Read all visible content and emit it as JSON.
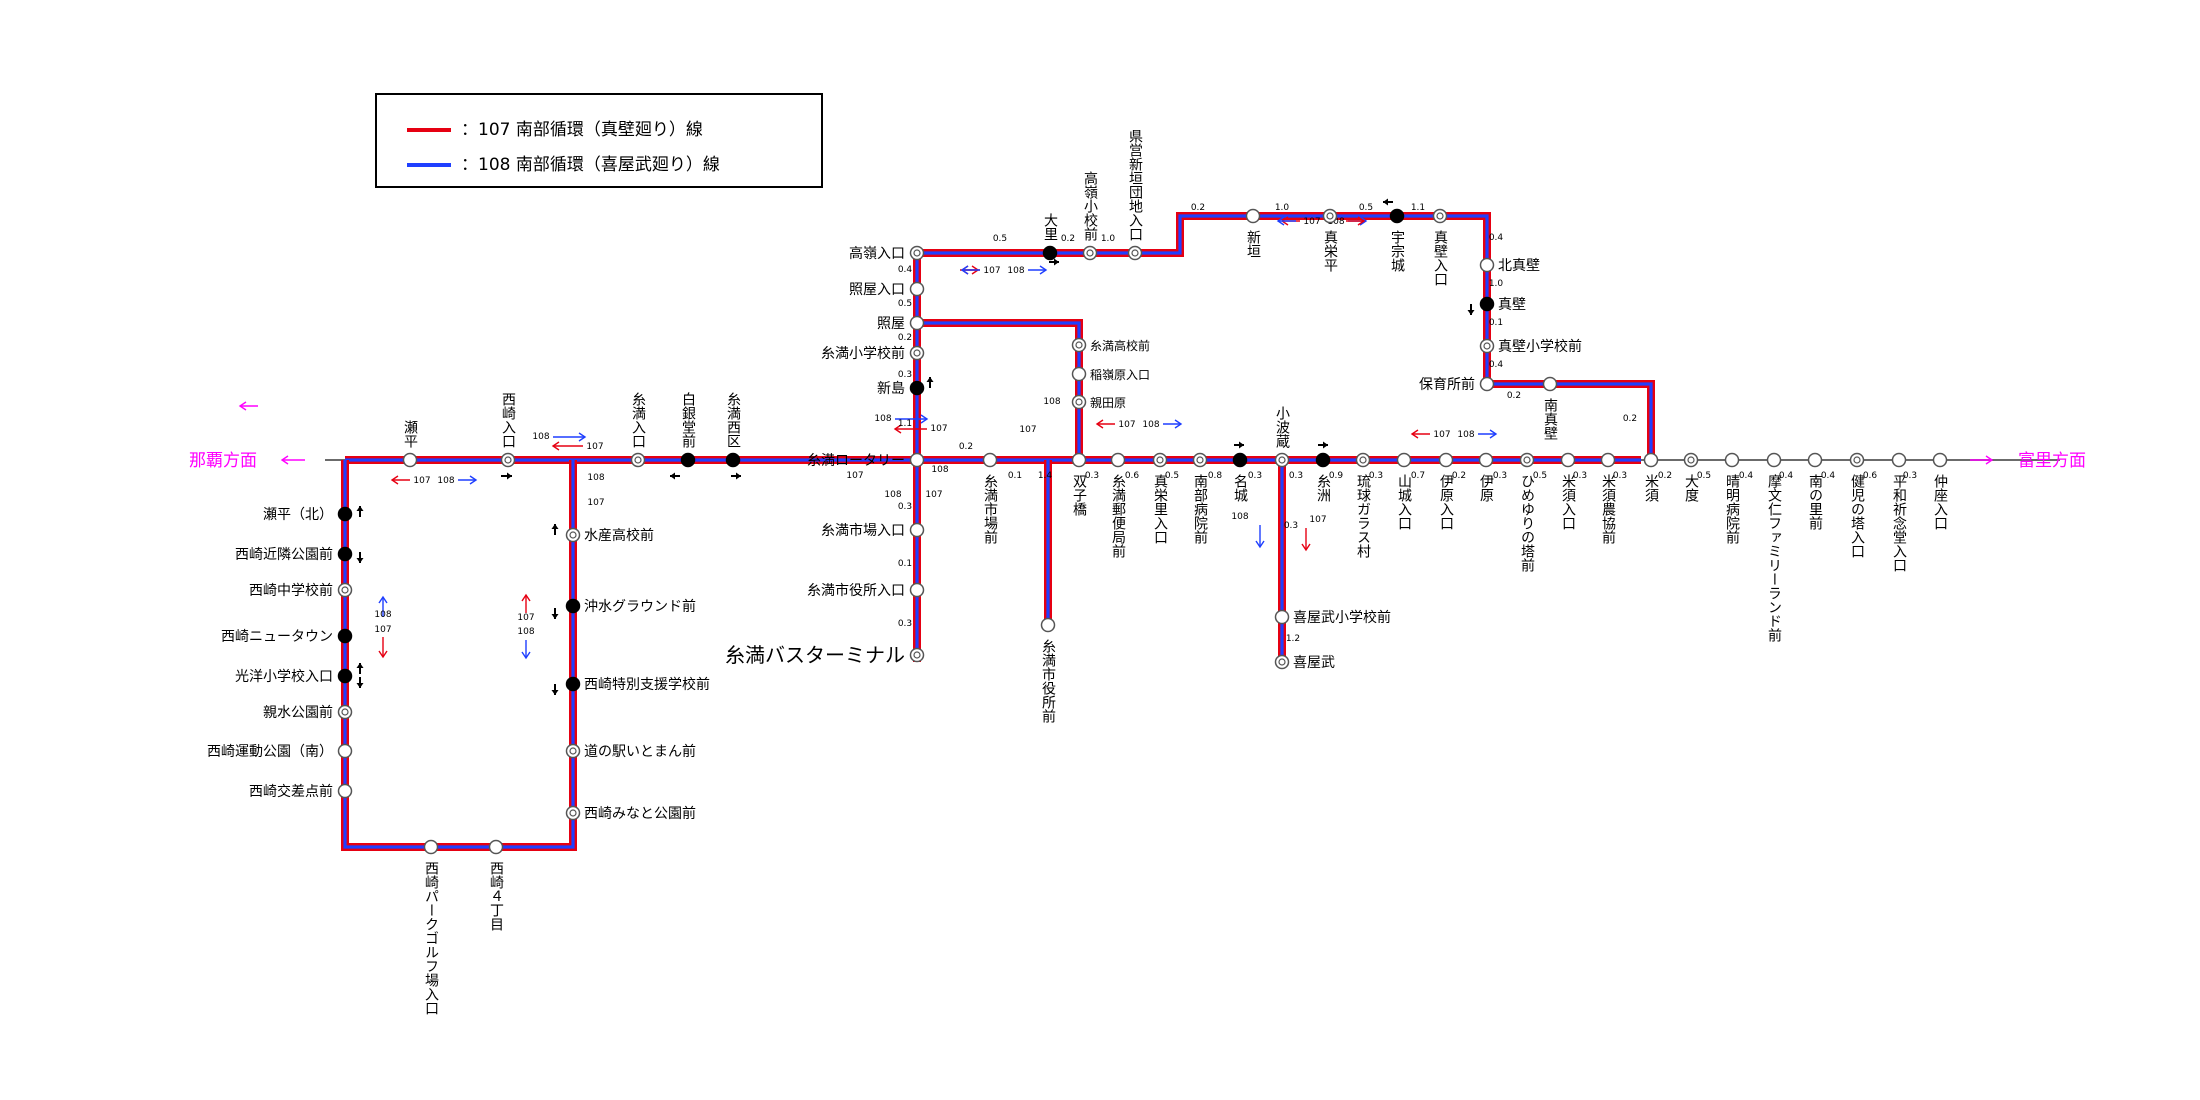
{
  "legend": [
    {
      "label": "：107 南部循環（真壁廻り）線",
      "color": "#e60012"
    },
    {
      "label": "：108 南部循環（喜屋武廻り）線",
      "color": "#1f3fff"
    }
  ],
  "colors": {
    "route107": "#e60012",
    "route108": "#1f3fff",
    "accent": "#ff00ff",
    "trunk": "#7a0099"
  },
  "directions": {
    "west": "那覇方面",
    "east": "富里方面"
  },
  "route_labels": {
    "r107": "107",
    "r108": "108"
  },
  "stops": [
    {
      "id": "s1",
      "name": "瀬平",
      "marker": "circle",
      "label": "top-v"
    },
    {
      "id": "s2",
      "name": "西崎入口",
      "marker": "double",
      "label": "top-v"
    },
    {
      "id": "s3",
      "name": "糸満入口",
      "marker": "double",
      "label": "top-v"
    },
    {
      "id": "s4",
      "name": "白銀堂前",
      "marker": "filled",
      "label": "top-v"
    },
    {
      "id": "s5",
      "name": "糸満西区",
      "marker": "filled",
      "label": "top-v"
    },
    {
      "id": "s6",
      "name": "糸満ロータリー",
      "marker": "circle",
      "label": "left"
    },
    {
      "id": "s7",
      "name": "糸満市場前",
      "marker": "circle",
      "label": "bottom-v"
    },
    {
      "id": "s8",
      "name": "双子橋",
      "marker": "circle",
      "label": "bottom-v"
    },
    {
      "id": "s9",
      "name": "糸満郵便局前",
      "marker": "circle",
      "label": "bottom-v"
    },
    {
      "id": "s10",
      "name": "真栄里入口",
      "marker": "double",
      "label": "bottom-v"
    },
    {
      "id": "s11",
      "name": "南部病院前",
      "marker": "double",
      "label": "bottom-v"
    },
    {
      "id": "s12",
      "name": "名城",
      "marker": "filled",
      "label": "bottom-v"
    },
    {
      "id": "s13",
      "name": "小波蔵",
      "marker": "double",
      "label": "top-v"
    },
    {
      "id": "s14",
      "name": "糸洲",
      "marker": "filled",
      "label": "bottom-v"
    },
    {
      "id": "s15",
      "name": "琉球ガラス村",
      "marker": "double",
      "label": "bottom-v"
    },
    {
      "id": "s16",
      "name": "山城入口",
      "marker": "circle",
      "label": "bottom-v"
    },
    {
      "id": "s17",
      "name": "伊原入口",
      "marker": "circle",
      "label": "bottom-v"
    },
    {
      "id": "s18",
      "name": "伊原",
      "marker": "circle",
      "label": "bottom-v"
    },
    {
      "id": "s19",
      "name": "ひめゆりの塔前",
      "marker": "double",
      "label": "bottom-v"
    },
    {
      "id": "s20",
      "name": "米須入口",
      "marker": "circle",
      "label": "bottom-v"
    },
    {
      "id": "s21",
      "name": "米須農協前",
      "marker": "circle",
      "label": "bottom-v"
    },
    {
      "id": "s22",
      "name": "米須",
      "marker": "circle",
      "label": "bottom-v"
    },
    {
      "id": "s23",
      "name": "大度",
      "marker": "double",
      "label": "bottom-v"
    },
    {
      "id": "s24",
      "name": "晴明病院前",
      "marker": "circle",
      "label": "bottom-v"
    },
    {
      "id": "s25",
      "name": "摩文仁ファミリーランド前",
      "marker": "circle",
      "label": "bottom-v"
    },
    {
      "id": "s26",
      "name": "南の里前",
      "marker": "circle",
      "label": "bottom-v"
    },
    {
      "id": "s27",
      "name": "健児の塔入口",
      "marker": "double",
      "label": "bottom-v"
    },
    {
      "id": "s28",
      "name": "平和祈念堂入口",
      "marker": "circle",
      "label": "bottom-v"
    },
    {
      "id": "s29",
      "name": "仲座入口",
      "marker": "circle",
      "label": "bottom-v"
    },
    {
      "id": "s30",
      "name": "瀬平（北）",
      "marker": "filled",
      "label": "left"
    },
    {
      "id": "s31",
      "name": "西崎近隣公園前",
      "marker": "filled",
      "label": "left"
    },
    {
      "id": "s32",
      "name": "西崎中学校前",
      "marker": "double",
      "label": "left"
    },
    {
      "id": "s33",
      "name": "西崎ニュータウン",
      "marker": "filled",
      "label": "left"
    },
    {
      "id": "s34",
      "name": "光洋小学校入口",
      "marker": "filled",
      "label": "left"
    },
    {
      "id": "s35",
      "name": "親水公園前",
      "marker": "double",
      "label": "left"
    },
    {
      "id": "s36",
      "name": "西崎運動公園（南）",
      "marker": "circle",
      "label": "left"
    },
    {
      "id": "s37",
      "name": "西崎交差点前",
      "marker": "circle",
      "label": "left"
    },
    {
      "id": "s38",
      "name": "西崎パークゴルフ場入口",
      "marker": "circle",
      "label": "bottom-v"
    },
    {
      "id": "s39",
      "name": "西崎４丁目",
      "marker": "circle",
      "label": "bottom-v"
    },
    {
      "id": "s40",
      "name": "水産高校前",
      "marker": "double",
      "label": "right"
    },
    {
      "id": "s41",
      "name": "沖水グラウンド前",
      "marker": "filled",
      "label": "right"
    },
    {
      "id": "s42",
      "name": "西崎特別支援学校前",
      "marker": "filled",
      "label": "right"
    },
    {
      "id": "s43",
      "name": "道の駅いとまん前",
      "marker": "double",
      "label": "right"
    },
    {
      "id": "s44",
      "name": "西崎みなと公園前",
      "marker": "double",
      "label": "right"
    },
    {
      "id": "s45",
      "name": "糸満市場入口",
      "marker": "circle",
      "label": "left"
    },
    {
      "id": "s46",
      "name": "糸満市役所入口",
      "marker": "circle",
      "label": "left"
    },
    {
      "id": "s47",
      "name": "糸満バスターミナル",
      "marker": "double",
      "label": "left",
      "big": true
    },
    {
      "id": "s48",
      "name": "糸満市役所前",
      "marker": "circle",
      "label": "bottom-v"
    },
    {
      "id": "s49",
      "name": "新島",
      "marker": "filled",
      "label": "left"
    },
    {
      "id": "s50",
      "name": "糸満小学校前",
      "marker": "double",
      "label": "left"
    },
    {
      "id": "s51",
      "name": "照屋",
      "marker": "circle",
      "label": "left"
    },
    {
      "id": "s52",
      "name": "照屋入口",
      "marker": "circle",
      "label": "left"
    },
    {
      "id": "s53",
      "name": "高嶺入口",
      "marker": "double",
      "label": "left"
    },
    {
      "id": "s54",
      "name": "大里",
      "marker": "filled",
      "label": "top-v"
    },
    {
      "id": "s55",
      "name": "高嶺小校前",
      "marker": "double",
      "label": "top-v"
    },
    {
      "id": "s56",
      "name": "県営新垣団地入口",
      "marker": "double",
      "label": "top-v"
    },
    {
      "id": "s57",
      "name": "新垣",
      "marker": "circle",
      "label": "bottom-v"
    },
    {
      "id": "s58",
      "name": "真栄平",
      "marker": "double",
      "label": "bottom-v"
    },
    {
      "id": "s59",
      "name": "宇宗城",
      "marker": "filled",
      "label": "bottom-v"
    },
    {
      "id": "s60",
      "name": "真壁入口",
      "marker": "double",
      "label": "bottom-v"
    },
    {
      "id": "s61",
      "name": "北真壁",
      "marker": "circle",
      "label": "right"
    },
    {
      "id": "s62",
      "name": "真壁",
      "marker": "filled",
      "label": "right"
    },
    {
      "id": "s63",
      "name": "真壁小学校前",
      "marker": "double",
      "label": "right"
    },
    {
      "id": "s64",
      "name": "保育所前",
      "marker": "circle",
      "label": "left"
    },
    {
      "id": "s65",
      "name": "南真壁",
      "marker": "circle",
      "label": "bottom-v"
    },
    {
      "id": "s66",
      "name": "糸満高校前",
      "marker": "double",
      "label": "right",
      "small": true
    },
    {
      "id": "s67",
      "name": "稲嶺原入口",
      "marker": "circle",
      "label": "right",
      "small": true
    },
    {
      "id": "s68",
      "name": "親田原",
      "marker": "double",
      "label": "right",
      "small": true
    },
    {
      "id": "s69",
      "name": "喜屋武小学校前",
      "marker": "circle",
      "label": "right"
    },
    {
      "id": "s70",
      "name": "喜屋武",
      "marker": "double",
      "label": "right"
    }
  ],
  "distances": [
    "0.2",
    "0.3",
    "0.6",
    "0.5",
    "0.8",
    "0.3",
    "0.3",
    "0.9",
    "0.3",
    "0.7",
    "0.2",
    "0.3",
    "0.5",
    "0.3",
    "0.3",
    "0.2",
    "0.5",
    "0.4",
    "0.4",
    "0.4",
    "0.6",
    "0.3",
    "1.1",
    "0.3",
    "0.1",
    "0.3",
    "0.3",
    "0.2",
    "0.5",
    "0.4",
    "0.5",
    "0.2",
    "1.0",
    "0.2",
    "1.0",
    "0.5",
    "1.1",
    "0.4",
    "1.0",
    "0.1",
    "0.4",
    "0.2",
    "0.2",
    "0.3",
    "1.2",
    "1.4",
    "0.1"
  ]
}
